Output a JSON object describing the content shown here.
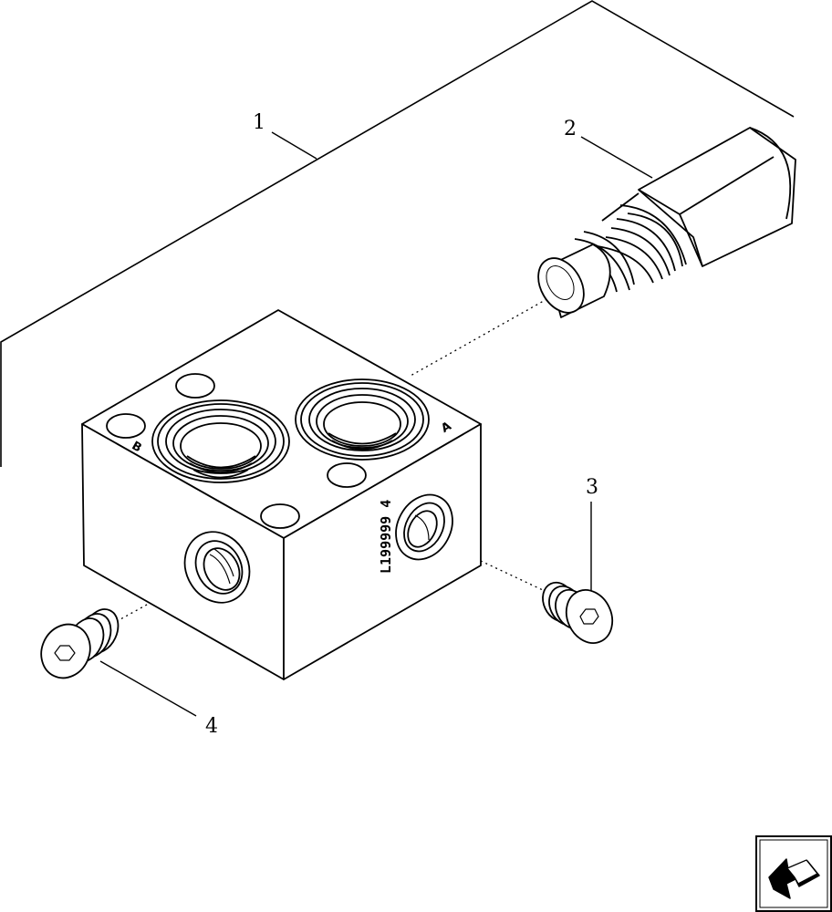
{
  "callouts": {
    "c1": "1",
    "c2": "2",
    "c3": "3",
    "c4": "4"
  },
  "ports": {
    "a": "A",
    "b": "B"
  },
  "block_marking": "L199999 4",
  "nav_icon": "back-navigation-arrow-icon",
  "colors": {
    "line": "#000000",
    "background": "#ffffff"
  }
}
